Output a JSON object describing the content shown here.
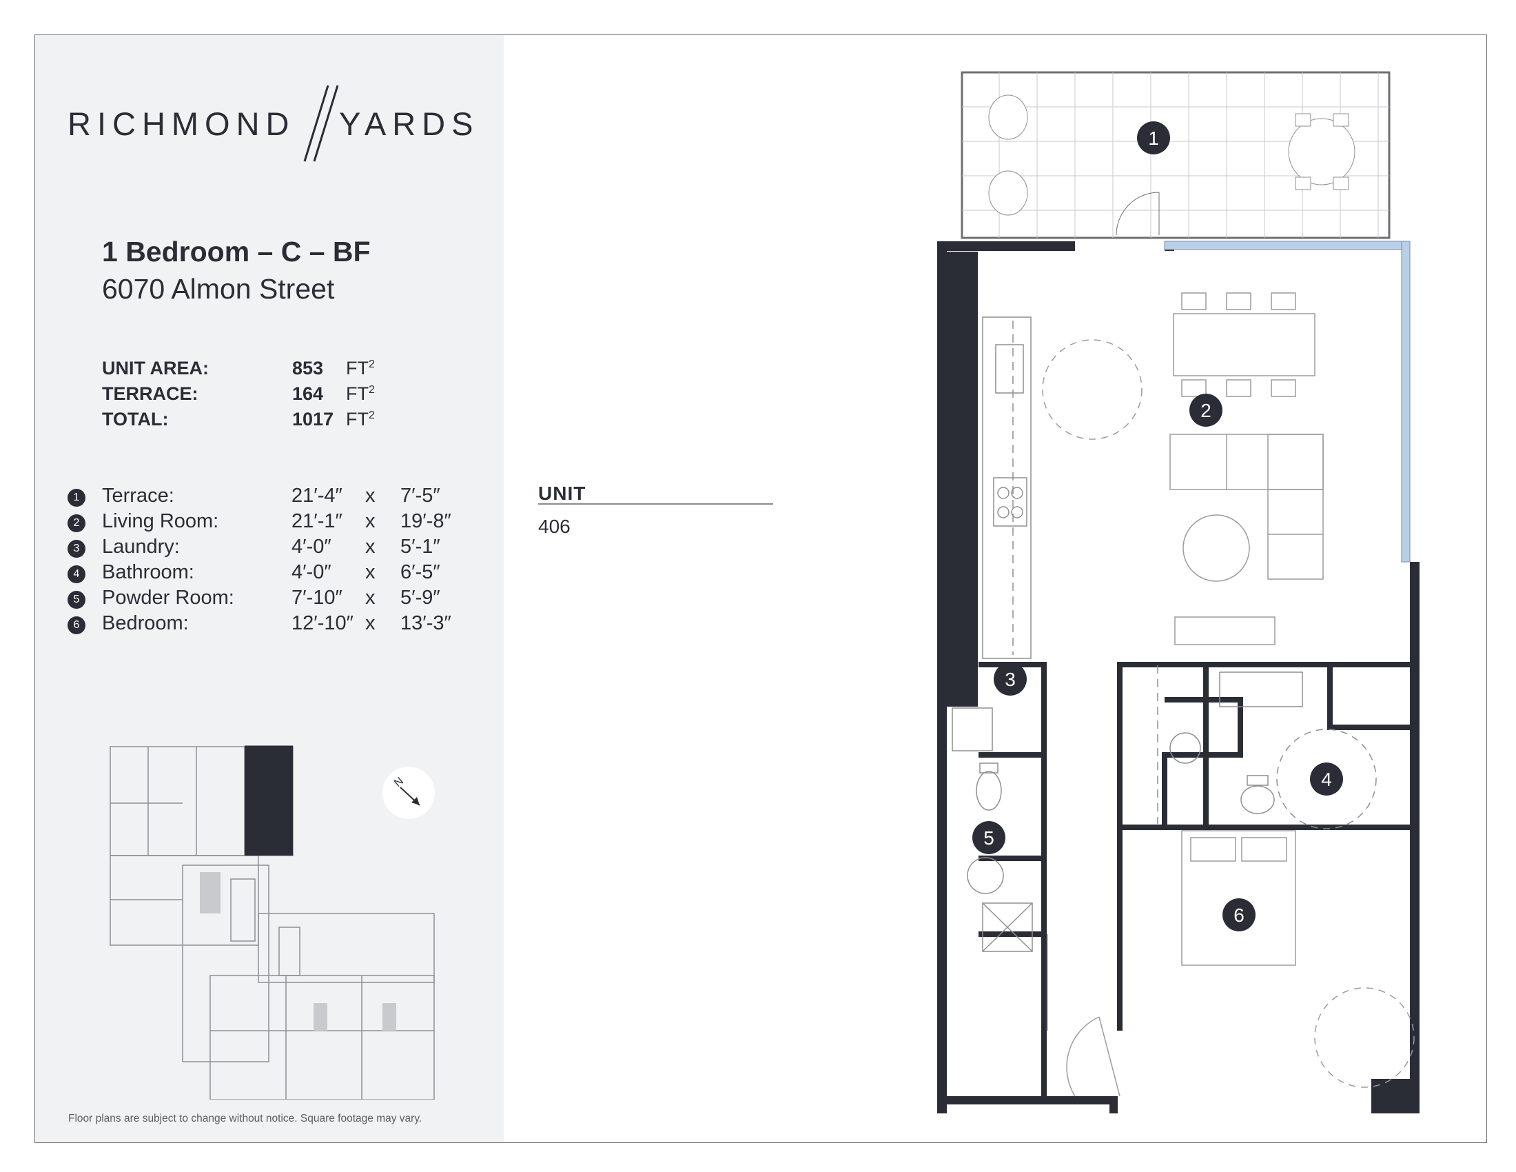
{
  "brand": {
    "left_word": "RICHMOND",
    "right_word": "YARDS"
  },
  "unit": {
    "type": "1 Bedroom – C – BF",
    "address": "6070 Almon Street",
    "label": "UNIT",
    "number": "406"
  },
  "areas": [
    {
      "label": "UNIT AREA:",
      "value": "853",
      "unit": "FT",
      "exp": "2"
    },
    {
      "label": "TERRACE:",
      "value": "164",
      "unit": "FT",
      "exp": "2"
    },
    {
      "label": "TOTAL:",
      "value": "1017",
      "unit": "FT",
      "exp": "2"
    }
  ],
  "rooms": [
    {
      "num": "1",
      "name": "Terrace:",
      "width": "21′-4″",
      "sep": "x",
      "length": "7′-5″"
    },
    {
      "num": "2",
      "name": "Living Room:",
      "width": "21′-1″",
      "sep": "x",
      "length": "19′-8″"
    },
    {
      "num": "3",
      "name": "Laundry:",
      "width": "4′-0″",
      "sep": "x",
      "length": "5′-1″"
    },
    {
      "num": "4",
      "name": "Bathroom:",
      "width": "4′-0″",
      "sep": "x",
      "length": "6′-5″"
    },
    {
      "num": "5",
      "name": "Powder Room:",
      "width": "7′-10″",
      "sep": "x",
      "length": "5′-9″"
    },
    {
      "num": "6",
      "name": "Bedroom:",
      "width": "12′-10″",
      "sep": "x",
      "length": "13′-3″"
    }
  ],
  "compass": {
    "label": "N"
  },
  "disclaimer": "Floor plans are subject to change without notice. Square footage may vary.",
  "colors": {
    "ink": "#2a2d36",
    "sidebar_bg": "#f1f2f3",
    "window_blue": "#b8cfe6",
    "wall": "#2a2d36",
    "furniture": "#9a9ca0",
    "highlight_unit": "#2a2d36"
  }
}
